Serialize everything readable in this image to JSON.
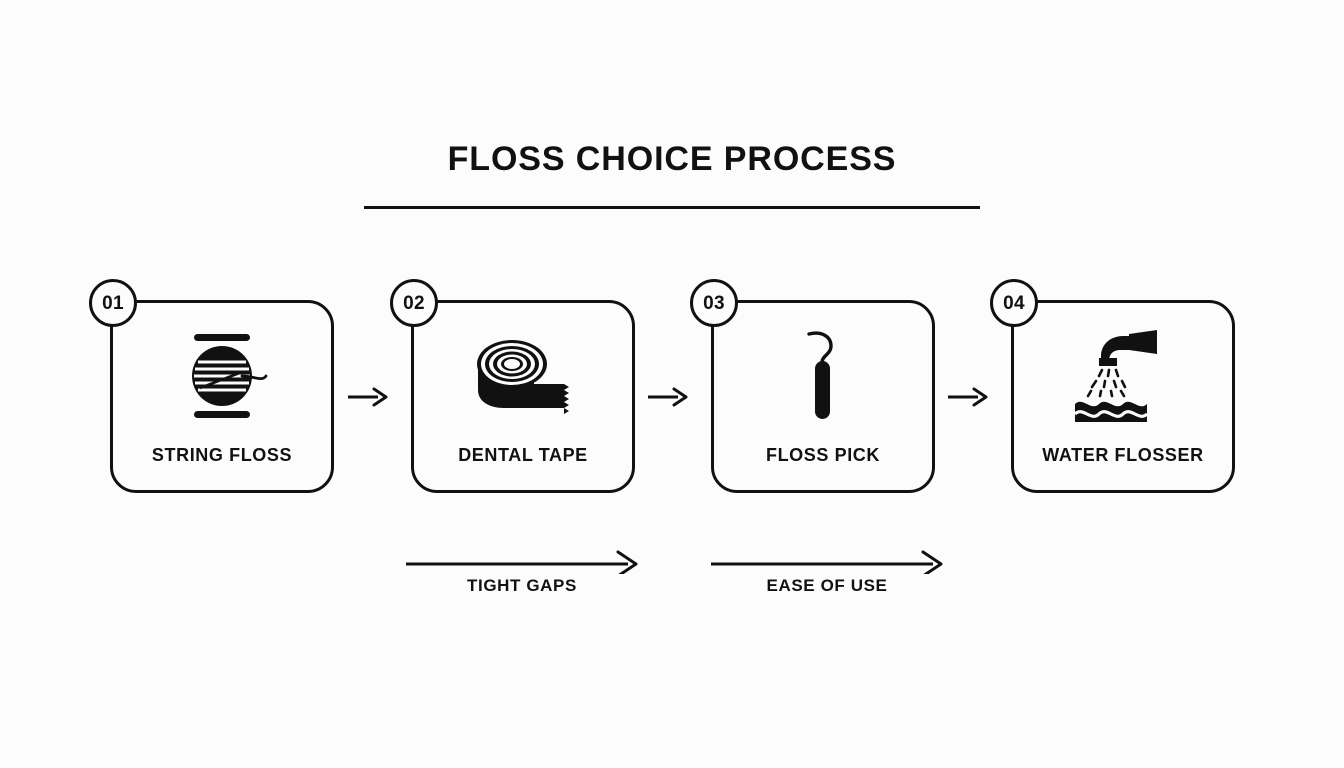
{
  "header": {
    "title": "FLOSS CHOICE PROCESS"
  },
  "process": {
    "steps": [
      {
        "number": "01",
        "label": "STRING FLOSS",
        "icon": "floss-spool-icon"
      },
      {
        "number": "02",
        "label": "DENTAL TAPE",
        "icon": "tape-roll-icon"
      },
      {
        "number": "03",
        "label": "FLOSS PICK",
        "icon": "dental-pick-icon"
      },
      {
        "number": "04",
        "label": "WATER FLOSSER",
        "icon": "water-jet-icon"
      }
    ],
    "connector_icon": "arrow-right-icon"
  },
  "annotations": [
    {
      "label": "TIGHT GAPS",
      "icon": "long-arrow-right-icon"
    },
    {
      "label": "EASE OF USE",
      "icon": "long-arrow-right-icon"
    }
  ],
  "colors": {
    "background": "#fcfcfc",
    "ink": "#111111"
  }
}
